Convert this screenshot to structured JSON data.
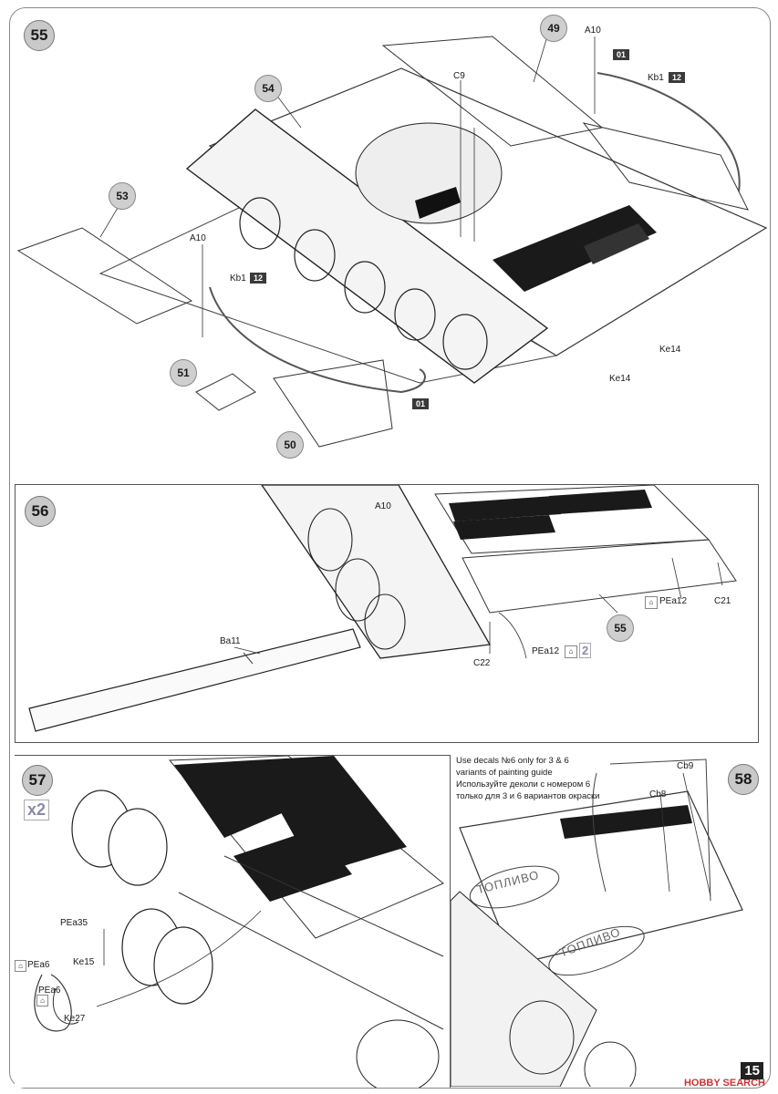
{
  "page_number": "15",
  "watermark": "HOBBY SEARCH",
  "step55": {
    "step": "55",
    "parts": {
      "p49": "49",
      "p54": "54",
      "p53": "53",
      "p51": "51",
      "p50": "50"
    },
    "labels": {
      "a10_top": "A10",
      "c9": "C9",
      "kb1_top": "Kb1",
      "a10_left": "A10",
      "kb1_left": "Kb1",
      "ke14_a": "Ke14",
      "ke14_b": "Ke14"
    },
    "tags": {
      "t01_top": "01",
      "t12_top": "12",
      "t12_left": "12",
      "t01_bottom": "01"
    }
  },
  "step56": {
    "step": "56",
    "parts": {
      "p55": "55"
    },
    "labels": {
      "a10": "A10",
      "ba11": "Ba11",
      "c22": "C22",
      "pea12_a": "PEa12",
      "pea12_b": "PEa12",
      "c21": "C21"
    },
    "multiplier": "2"
  },
  "step57": {
    "step": "57",
    "multiplier": "x2",
    "labels": {
      "pea35": "PEa35",
      "pea6_a": "PEa6",
      "ke15": "Ke15",
      "pea6_b": "PEa6",
      "ke27": "Ke27"
    }
  },
  "step58": {
    "step": "58",
    "note_lines": [
      "Use decals №6 only for 3 & 6",
      "variants  of painting guide",
      "Используйте деколи с номером 6",
      "только для 3 и 6 вариантов окраски"
    ],
    "labels": {
      "cb9": "Cb9",
      "cb8": "Cb8"
    },
    "tank_text": "ТОПЛИВО"
  }
}
